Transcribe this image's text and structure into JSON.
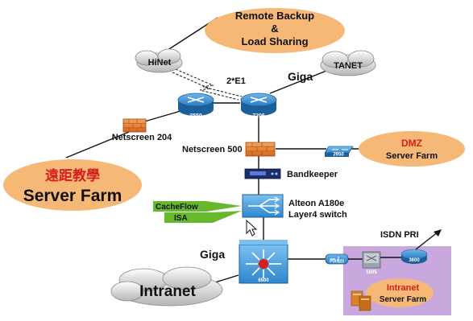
{
  "colors": {
    "ellipse_fill": "#f5b877",
    "router_blue": "#3c8fd1",
    "router_dark": "#1b5f9b",
    "firewall": "#e8833a",
    "green_box": "#68b82e",
    "intranet_box": "#c8a8dd",
    "text_red": "#d81e1e"
  },
  "icons": [
    "cloud-icon",
    "router-icon",
    "firewall-icon",
    "switch-icon",
    "lightning-icon",
    "arrow-icon",
    "server-icon",
    "mouse-cursor-icon"
  ],
  "ellipses": {
    "remote_backup_line1": "Remote Backup",
    "remote_backup_line2": "&",
    "remote_backup_line3": "Load Sharing",
    "dmz_line1": "DMZ",
    "dmz_line2": "Server Farm",
    "distance_line1": "遠距教學",
    "distance_line2": "Server Farm",
    "intranet_sf_line1": "Intranet",
    "intranet_sf_line2": "Server Farm"
  },
  "clouds": {
    "hinet": "HiNet",
    "tanet": "TANET",
    "intranet": "Intranet"
  },
  "labels": {
    "e1": "2*E1",
    "giga_top": "Giga",
    "giga_bottom": "Giga",
    "netscreen204": "Netscreen 204",
    "netscreen500": "Netscreen 500",
    "bandkeeper": "Bandkeeper",
    "alteon_line1": "Alteon A180e",
    "alteon_line2": "Layer4 switch",
    "isdn": "ISDN PRI"
  },
  "devices": {
    "router_left": "3550",
    "router_center": "7206",
    "switch_dmz": "2950",
    "core_switch": "6500",
    "pix": "PIX520",
    "access_switch": "5505",
    "isdn_router": "3600"
  },
  "boxes": {
    "cacheflow": "CacheFlow",
    "isa": "ISA"
  }
}
